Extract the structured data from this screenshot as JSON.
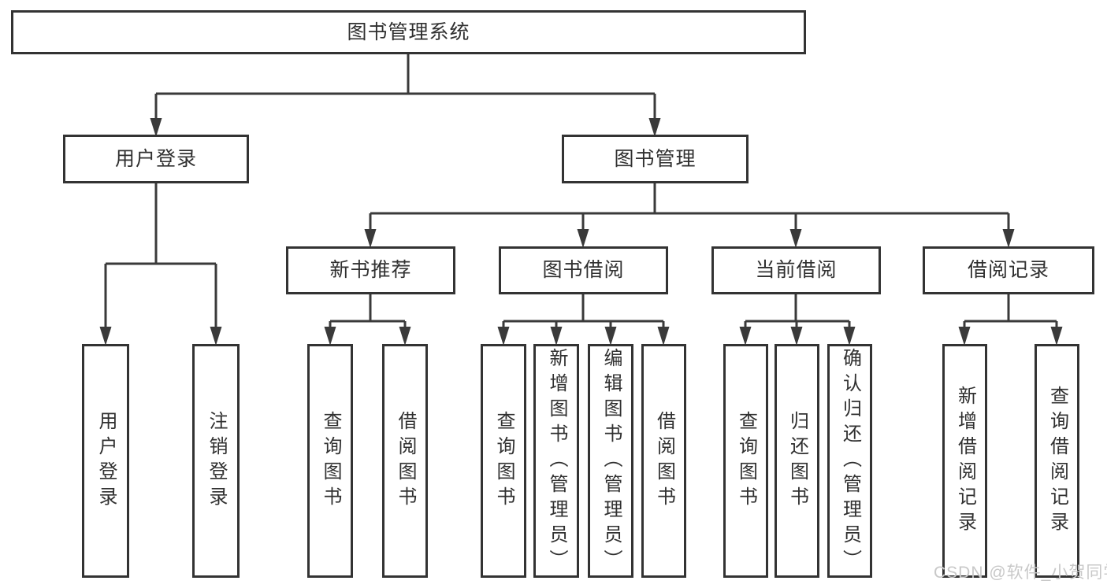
{
  "diagram": {
    "type": "hierarchy-tree",
    "root": {
      "label": "图书管理系统"
    },
    "branches": [
      {
        "label": "用户登录",
        "children": [
          {
            "label": "用户登录"
          },
          {
            "label": "注销登录"
          }
        ]
      },
      {
        "label": "图书管理",
        "children": [
          {
            "label": "新书推荐",
            "children": [
              {
                "label": "查询图书"
              },
              {
                "label": "借阅图书"
              }
            ]
          },
          {
            "label": "图书借阅",
            "children": [
              {
                "label": "查询图书"
              },
              {
                "label": "新增图书（管理员）"
              },
              {
                "label": "编辑图书（管理员）"
              },
              {
                "label": "借阅图书"
              }
            ]
          },
          {
            "label": "当前借阅",
            "children": [
              {
                "label": "查询图书"
              },
              {
                "label": "归还图书"
              },
              {
                "label": "确认归还（管理员）"
              }
            ]
          },
          {
            "label": "借阅记录",
            "children": [
              {
                "label": "新增借阅记录"
              },
              {
                "label": "查询借阅记录"
              }
            ]
          }
        ]
      }
    ],
    "watermark": "CSDN @软件_小贺同学",
    "colors": {
      "line": "#3a3a3a",
      "box_border": "#333333",
      "text": "#303030",
      "watermark": "#c8c8c8",
      "background": "#ffffff"
    }
  }
}
